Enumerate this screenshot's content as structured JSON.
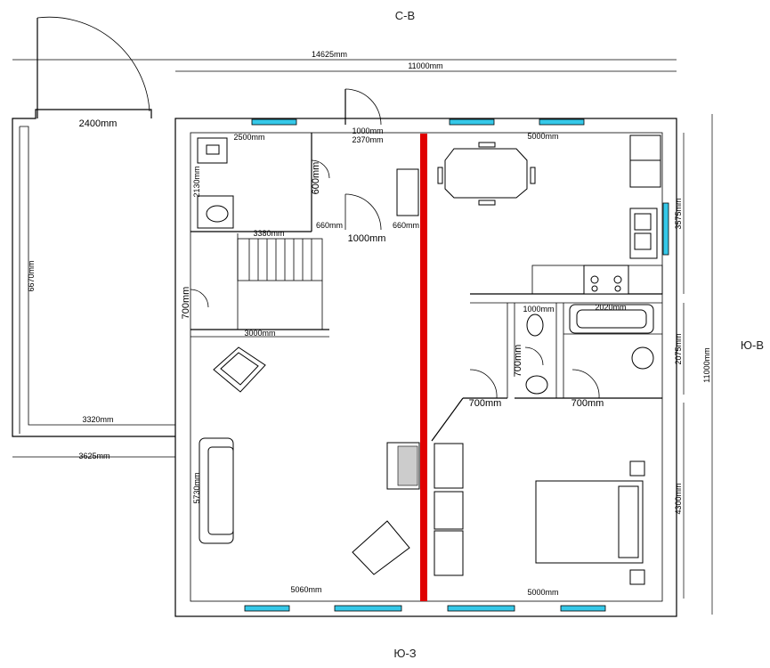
{
  "compass": {
    "north_east": "С-В",
    "south_east": "Ю-В",
    "south_west": "Ю-З"
  },
  "dimensions": {
    "total_width_14625": "14625mm",
    "house_width_11000": "11000mm",
    "house_height_11000": "11000mm",
    "terrace_width_2400": "2400mm",
    "terrace_height_6670": "6670mm",
    "terrace_bottom_3320": "3320mm",
    "terrace_outer_3625": "3625mm",
    "door_1000_top": "1000mm",
    "bath_2500": "2500mm",
    "hall_2370": "2370mm",
    "kitchen_5000": "5000mm",
    "bath_2130": "2130mm",
    "closet_600": "600mm",
    "stair_3380": "3380mm",
    "wall_660_left": "660mm",
    "wall_660_right": "660mm",
    "door_1000_mid": "1000mm",
    "kitchen_3575": "3575mm",
    "door_700_left": "700mm",
    "corridor_3000": "3000mm",
    "wc_1000": "1000mm",
    "bath_2020": "2020mm",
    "bath_2075": "2075mm",
    "wc_700_vertical": "700mm",
    "door_700_bottom_left": "700mm",
    "door_700_bottom_right": "700mm",
    "living_5730": "5730mm",
    "living_5060": "5060mm",
    "bedroom_5000": "5000mm",
    "bedroom_4300": "4300mm"
  },
  "colors": {
    "window": "#35c8e8",
    "partition_red": "#e00000",
    "wall": "#000000"
  }
}
